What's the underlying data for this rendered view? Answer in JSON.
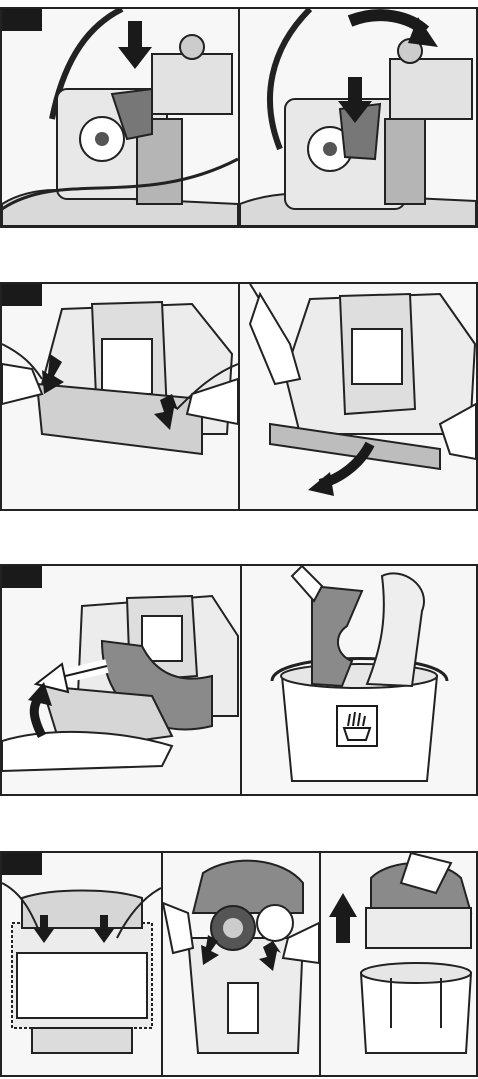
{
  "document": {
    "steps": [
      {
        "panels": [
          "press-tab",
          "fold-cover"
        ]
      },
      {
        "panels": [
          "press-clips",
          "release-grid"
        ]
      },
      {
        "panels": [
          "remove-filter",
          "wash-in-bucket"
        ]
      },
      {
        "panels": [
          "insert-filter",
          "press-latches",
          "lift-lid"
        ]
      }
    ]
  },
  "icons": {
    "arrow": "down-arrow-icon",
    "hand_wash": "hand-wash-icon"
  },
  "colors": {
    "ink": "#1a1a1a",
    "panel": "#f7f7f7",
    "filter_gray": "#8a8a8a"
  }
}
